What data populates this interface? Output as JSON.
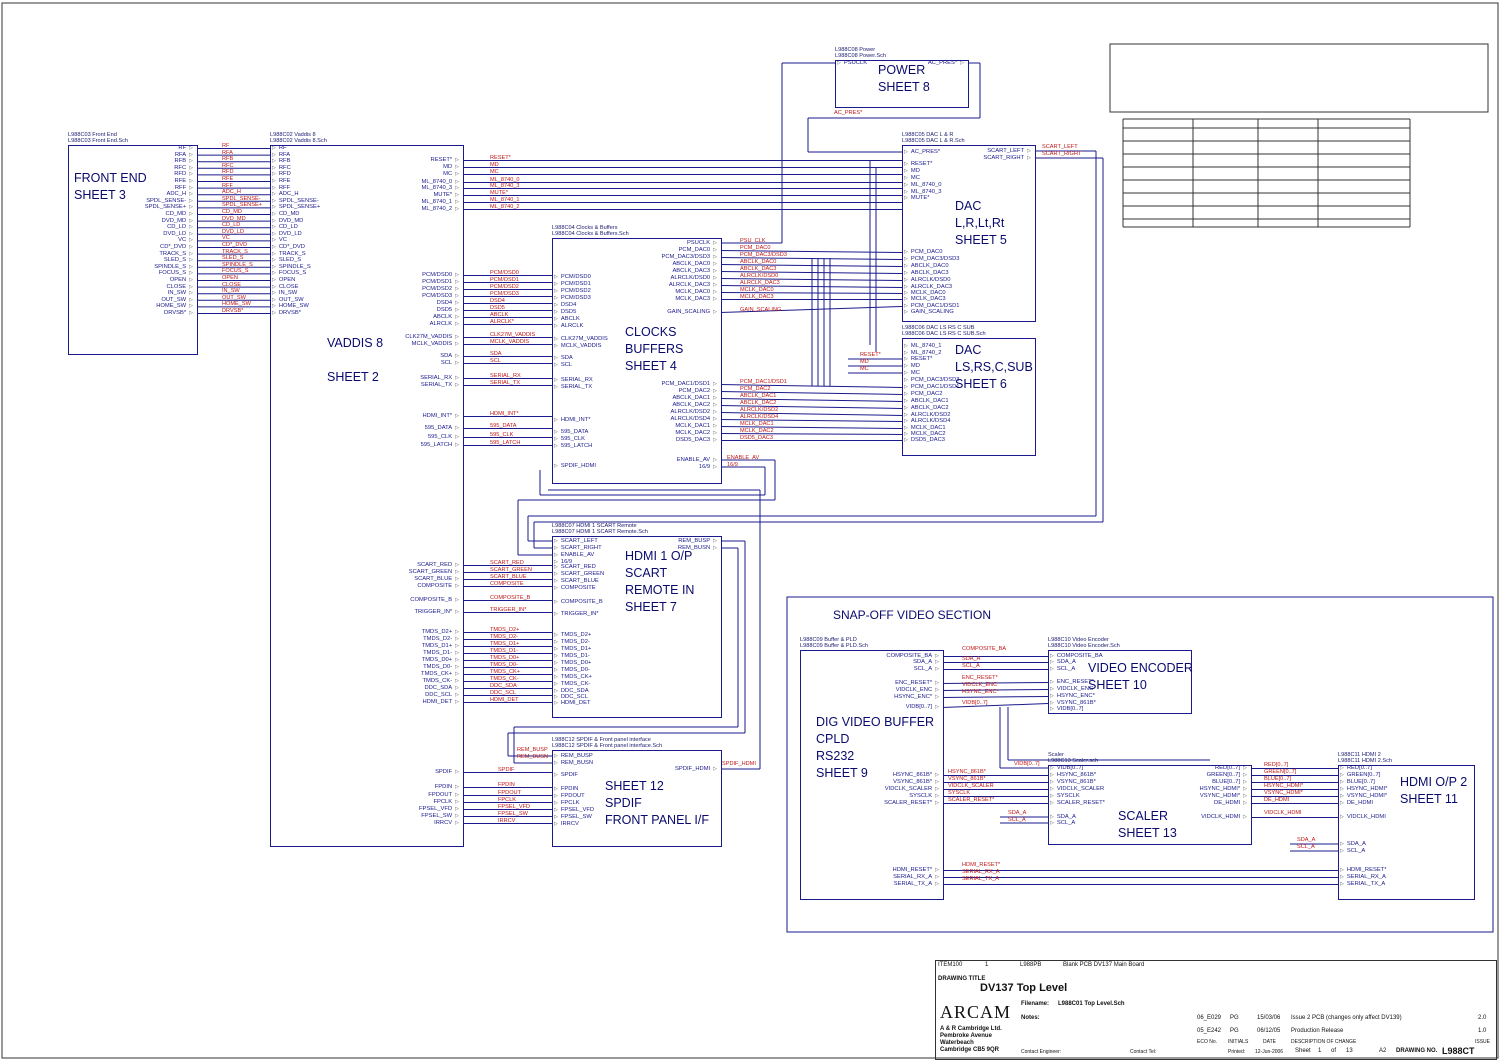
{
  "drawing": {
    "item": "ITEM100",
    "qty": "1",
    "part": "L988PB",
    "desc": "Blank PCB DV137 Main Board",
    "title_label": "DRAWING TITLE",
    "title": "DV137 Top Level",
    "company": "ARCAM",
    "address": [
      "A & R Cambridge Ltd.",
      "Pembroke Avenue",
      "Waterbeach",
      "Cambridge CB5 9QR"
    ],
    "filename_label": "Filename:",
    "filename": "L988C01 Top Level.Sch",
    "notes_label": "Notes:",
    "rev_rows": [
      {
        "eco": "06_E029",
        "init": "PG",
        "date": "15/03/06",
        "desc": "Issue 2 PCB (changes only affect DV139)",
        "issue": "2.0"
      },
      {
        "eco": "05_E242",
        "init": "PG",
        "date": "06/12/05",
        "desc": "Production Release",
        "issue": "1.0"
      }
    ],
    "rev_headers": [
      "ECO No.",
      "INITIALS",
      "DATE",
      "DESCRIPTION OF CHANGE",
      "ISSUE"
    ],
    "contact_engineer": "Contact Engineer:",
    "contact_tel": "Contact Tel:",
    "printed_label": "Printed:",
    "printed": "12-Jun-2006",
    "sheet_label": "Sheet",
    "sheet": "1",
    "of_label": "of",
    "sheets": "13",
    "size": "A2",
    "drawing_no_label": "DRAWING NO.",
    "drawing_no": "L988CT"
  },
  "snapoff_label": "SNAP-OFF VIDEO SECTION",
  "blocks": [
    {
      "id": "frontend",
      "header": "L988C03 Front End\nL988C03 Front End.Sch",
      "title": "FRONT END\nSHEET 3",
      "right": [
        "RF",
        "RFA",
        "RFB",
        "RFC",
        "RFD",
        "RFE",
        "RFF",
        "ADC_H",
        "SPDL_SENSE-",
        "SPDL_SENSE+",
        "CD_MD",
        "DVD_MD",
        "CD_LD",
        "DVD_LD",
        "VC",
        "CD*_DVD",
        "TRACK_S",
        "SLED_S",
        "SPINDLE_S",
        "FOCUS_S",
        "OPEN",
        "CLOSE",
        "IN_SW",
        "OUT_SW",
        "HOME_SW",
        "DRVSB*"
      ]
    },
    {
      "id": "vaddis",
      "header": "L988C02 Vaddis 8\nL988C02 Vaddis 8.Sch",
      "title": "VADDIS 8\n\nSHEET 2",
      "left": [
        "RF",
        "RFA",
        "RFB",
        "RFC",
        "RFD",
        "RFE",
        "RFF",
        "ADC_H",
        "SPDL_SENSE-",
        "SPDL_SENSE+",
        "CD_MD",
        "DVD_MD",
        "CD_LD",
        "DVD_LD",
        "VC",
        "CD*_DVD",
        "TRACK_S",
        "SLED_S",
        "SPINDLE_S",
        "FOCUS_S",
        "OPEN",
        "CLOSE",
        "IN_SW",
        "OUT_SW",
        "HOME_SW",
        "DRVSB*"
      ],
      "right": [
        "RESET*",
        "MD",
        "MC",
        "ML_8740_0",
        "ML_8740_3",
        "MUTE*",
        "ML_8740_1",
        "ML_8740_2",
        "PCM/DSD0",
        "PCM/DSD1",
        "PCM/DSD2",
        "PCM/DSD3",
        "DSD4",
        "DSD5",
        "ABCLK",
        "ALRCLK",
        "CLK27M_VADDIS",
        "MCLK_VADDIS",
        "SDA",
        "SCL",
        "SERIAL_RX",
        "SERIAL_TX",
        "HDMI_INT*",
        "595_DATA",
        "595_CLK",
        "595_LATCH",
        "SCART_RED",
        "SCART_GREEN",
        "SCART_BLUE",
        "COMPOSITE",
        "COMPOSITE_B",
        "TRIGGER_IN*",
        "TMDS_D2+",
        "TMDS_D2-",
        "TMDS_D1+",
        "TMDS_D1-",
        "TMDS_D0+",
        "TMDS_D0-",
        "TMDS_CK+",
        "TMDS_CK-",
        "DDC_SDA",
        "DDC_SCL",
        "HDMI_DET",
        "SPDIF",
        "FPDIN",
        "FPDOUT",
        "FPCLK",
        "FPSEL_VFD",
        "FPSEL_SW",
        "IRRCV"
      ]
    },
    {
      "id": "clocks",
      "header": "L988C04 Clocks & Buffers\nL988C04 Clocks & Buffers.Sch",
      "title": "CLOCKS\nBUFFERS\nSHEET 4",
      "left": [
        "PCM/DSD0",
        "PCM/DSD1",
        "PCM/DSD2",
        "PCM/DSD3",
        "DSD4",
        "DSD5",
        "ABCLK",
        "ALRCLK",
        "CLK27M_VADDIS",
        "MCLK_VADDIS",
        "SDA",
        "SCL",
        "SERIAL_RX",
        "SERIAL_TX",
        "HDMI_INT*",
        "595_DATA",
        "595_CLK",
        "595_LATCH",
        "SPDIF_HDMI"
      ],
      "right": [
        "PSUCLK",
        "PCM_DAC0",
        "PCM_DAC3/DSD3",
        "ABCLK_DAC0",
        "ABCLK_DAC3",
        "ALRCLK/DSD0",
        "ALRCLK_DAC3",
        "MCLK_DAC0",
        "MCLK_DAC3",
        "GAIN_SCALING",
        "PCM_DAC1/DSD1",
        "PCM_DAC2",
        "ABCLK_DAC1",
        "ABCLK_DAC2",
        "ALRCLK/DSD2",
        "ALRCLK/DSD4",
        "MCLK_DAC1",
        "MCLK_DAC2",
        "DSD5_DAC3",
        "ENABLE_AV",
        "16/9"
      ]
    },
    {
      "id": "power",
      "header": "L988C08 Power\nL988C08 Power.Sch",
      "title": "POWER\nSHEET 8",
      "left": [
        "PSUCLK"
      ],
      "right": [
        "AC_PRES*"
      ]
    },
    {
      "id": "dac",
      "header": "L988C05 DAC L & R\nL988C05 DAC L & R.Sch",
      "title": "DAC\nL,R,Lt,Rt\nSHEET 5",
      "left": [
        "AC_PRES*",
        "RESET*",
        "MD",
        "MC",
        "ML_8740_0",
        "ML_8740_3",
        "MUTE*",
        "PCM_DAC0",
        "PCM_DAC3/DSD3",
        "ABCLK_DAC0",
        "ABCLK_DAC3",
        "ALRCLK/DSD0",
        "ALRCLK_DAC3",
        "MCLK_DAC0",
        "MCLK_DAC3",
        "PCM_DAC1/DSD1",
        "GAIN_SCALING"
      ],
      "right": [
        "SCART_LEFT",
        "SCART_RIGHT"
      ]
    },
    {
      "id": "dac6",
      "header": "L988C06 DAC LS RS C SUB\nL988C06 DAC LS RS C SUB.Sch",
      "title": "DAC\nLS,RS,C,SUB\nSHEET 6",
      "left": [
        "ML_8740_1",
        "ML_8740_2",
        "RESET*",
        "MD",
        "MC",
        "PCM_DAC3/DSD3",
        "PCM_DAC1/DSD1",
        "PCM_DAC2",
        "ABCLK_DAC1",
        "ABCLK_DAC2",
        "ALRCLK/DSD2",
        "ALRCLK/DSD4",
        "MCLK_DAC1",
        "MCLK_DAC2",
        "DSD5_DAC3"
      ]
    },
    {
      "id": "hdmi1",
      "header": "L988C07 HDMI 1 SCART Remote\nL988C07 HDMI 1 SCART Remote.Sch",
      "title": "HDMI 1 O/P\nSCART\nREMOTE IN\nSHEET 7",
      "left": [
        "SCART_LEFT",
        "SCART_RIGHT",
        "ENABLE_AV",
        "16/9",
        "SCART_RED",
        "SCART_GREEN",
        "SCART_BLUE",
        "COMPOSITE",
        "COMPOSITE_B",
        "TRIGGER_IN*",
        "TMDS_D2+",
        "TMDS_D2-",
        "TMDS_D1+",
        "TMDS_D1-",
        "TMDS_D0+",
        "TMDS_D0-",
        "TMDS_CK+",
        "TMDS_CK-",
        "DDC_SDA",
        "DDC_SCL",
        "HDMI_DET"
      ],
      "right": [
        "REM_BUSP",
        "REM_BUSN"
      ]
    },
    {
      "id": "spdif",
      "header": "L988C12 SPDIF & Front panel interface\nL988C12 SPDIF & Front panel interface.Sch",
      "title": "SHEET 12\nSPDIF\nFRONT PANEL I/F",
      "left": [
        "REM_BUSP",
        "REM_BUSN",
        "SPDIF",
        "FPDIN",
        "FPDOUT",
        "FPCLK",
        "FPSEL_VFD",
        "FPSEL_SW",
        "IRRCV"
      ],
      "right": [
        "SPDIF_HDMI"
      ]
    },
    {
      "id": "digbuf",
      "header": "L988C09 Buffer & PLD\nL988C09 Buffer & PLD.Sch",
      "title": "DIG VIDEO BUFFER\nCPLD\nRS232\nSHEET 9",
      "right": [
        "COMPOSITE_BA",
        "SDA_A",
        "SCL_A",
        "ENC_RESET*",
        "VIDCLK_ENC",
        "HSYNC_ENC*",
        "VIDB[0..7]",
        "HSYNC_861B*",
        "VSYNC_861B*",
        "VIDCLK_SCALER",
        "SYSCLK",
        "SCALER_RESET*",
        "HDMI_RESET*",
        "SERIAL_RX_A",
        "SERIAL_TX_A"
      ]
    },
    {
      "id": "venc",
      "header": "L988C10 Video Encoder\nL988C10 Video Encoder.Sch",
      "title": "VIDEO ENCODER\nSHEET 10",
      "left": [
        "COMPOSITE_BA",
        "SDA_A",
        "SCL_A",
        "ENC_RESET*",
        "VIDCLK_ENC",
        "HSYNC_ENC*",
        "VSYNC_861B*",
        "VIDB[0..7]"
      ]
    },
    {
      "id": "scaler",
      "header": "Scaler\nL988C13 Scaler.sch",
      "title": "SCALER\nSHEET 13",
      "left": [
        "VIDB[0..7]",
        "HSYNC_861B*",
        "VSYNC_861B*",
        "VIDCLK_SCALER",
        "SYSCLK",
        "SCALER_RESET*",
        "SDA_A",
        "SCL_A"
      ],
      "right": [
        "RED[0..7]",
        "GREEN[0..7]",
        "BLUE[0..7]",
        "HSYNC_HDMI*",
        "VSYNC_HDMI*",
        "DE_HDMI",
        "VIDCLK_HDMI"
      ]
    },
    {
      "id": "hdmi2",
      "header": "L988C11 HDMI 2\nL988C11 HDMI 2.Sch",
      "title": "HDMI O/P 2\nSHEET 11",
      "left": [
        "RED[0..7]",
        "GREEN[0..7]",
        "BLUE[0..7]",
        "HSYNC_HDMI*",
        "VSYNC_HDMI*",
        "DE_HDMI",
        "VIDCLK_HDMI",
        "SDA_A",
        "SCL_A",
        "HDMI_RESET*",
        "SERIAL_RX_A",
        "SERIAL_TX_A"
      ]
    }
  ],
  "net_labels": [
    "RF",
    "RFA",
    "RFB",
    "RFC",
    "RFD",
    "RFE",
    "RFF",
    "ADC_H",
    "SPDL_SENSE-",
    "SPDL_SENSE+",
    "CD_MD",
    "DVD_MD",
    "CD_LD",
    "DVD_LD",
    "VC",
    "CD*_DVD",
    "TRACK_S",
    "SLED_S",
    "SPINDLE_S",
    "FOCUS_S",
    "OPEN",
    "CLOSE",
    "IN_SW",
    "OUT_SW",
    "HOME_SW",
    "DRVSB*",
    "RESET*",
    "MD",
    "MC",
    "ML_8740_0",
    "ML_8740_3",
    "MUTE*",
    "ML_8740_1",
    "ML_8740_2",
    "PCM/DSD0",
    "PCM/DSD1",
    "PCM/DSD2",
    "PCM/DSD3",
    "DSD4",
    "DSD5",
    "ABCLK",
    "ALRCLK*",
    "CLK27M_VADDIS",
    "MCLK_VADDIS",
    "SDA",
    "SCL",
    "SERIAL_RX",
    "SERIAL_TX",
    "HDMI_INT*",
    "595_DATA",
    "595_CLK",
    "595_LATCH",
    "PSU_CLK",
    "PCM_DAC0",
    "PCM_DAC3/DSD3",
    "ABCLK_DAC0",
    "ABCLK_DAC3",
    "ALRCLK/DSD0",
    "ALRCLK_DAC3",
    "MCLK_DAC0",
    "MCLK_DAC3",
    "GAIN_SCALING",
    "PCM_DAC1/DSD1",
    "PCM_DAC2",
    "ABCLK_DAC1",
    "ABCLK_DAC2",
    "ALRCLK/DSD2",
    "ALRCLK/DSD4",
    "MCLK_DAC1",
    "MCLK_DAC2",
    "DSD5_DAC3",
    "ENABLE_AV",
    "16/9",
    "AC_PRES*",
    "SCART_LEFT",
    "SCART_RIGHT",
    "SCART_RED",
    "SCART_GREEN",
    "SCART_BLUE",
    "COMPOSITE",
    "COMPOSITE_B",
    "TRIGGER_IN*",
    "TMDS_D2+",
    "TMDS_D2-",
    "TMDS_D1+",
    "TMDS_D1-",
    "TMDS_D0+",
    "TMDS_D0-",
    "TMDS_CK+",
    "TMDS_CK-",
    "DDC_SDA",
    "DDC_SCL",
    "HDMI_DET",
    "REM_BUSP",
    "REM_BUSN",
    "SPDIF",
    "FPDIN",
    "FPDOUT",
    "FPCLK",
    "FPSEL_VFD",
    "FPSEL_SW",
    "IRRCV",
    "SPDIF_HDMI",
    "COMPOSITE_BA",
    "SDA_A",
    "SCL_A",
    "ENC_RESET*",
    "VIDCLK_ENC",
    "HSYNC_ENC*",
    "VIDB[0..7]",
    "HSYNC_861B*",
    "VSYNC_861B*",
    "VIDCLK_SCALER",
    "SYSCLK",
    "SCALER_RESET*",
    "HDMI_RESET*",
    "SERIAL_RX_A",
    "SERIAL_TX_A",
    "RED[0..7]",
    "GREEN[0..7]",
    "BLUE[0..7]",
    "HSYNC_HDMI*",
    "VSYNC_HDMI*",
    "DE_HDMI",
    "VIDCLK_HDMI"
  ]
}
